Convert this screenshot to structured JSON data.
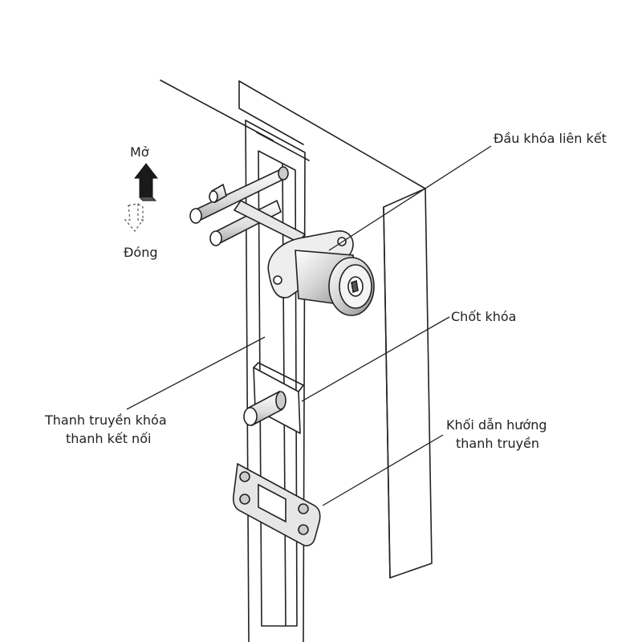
{
  "labels": {
    "open": "Mở",
    "close": "Đóng",
    "connected_lock_head": "Đầu khóa liên kết",
    "lock_latch": "Chốt khóa",
    "transmission_bar_line1": "Thanh truyền khóa",
    "transmission_bar_line2": "thanh kết nối",
    "guide_block_line1": "Khối dẫn hướng",
    "guide_block_line2": "thanh truyền"
  },
  "colors": {
    "line": "#222222",
    "arrow_fill": "#1a1a1a",
    "metal_light": "#f2f2f2",
    "metal_mid": "#cfcfcf",
    "metal_dark": "#8a8a8a"
  },
  "icons": {
    "open_arrow": "up-arrow-icon",
    "close_arrow": "down-arrow-dashed-icon"
  }
}
